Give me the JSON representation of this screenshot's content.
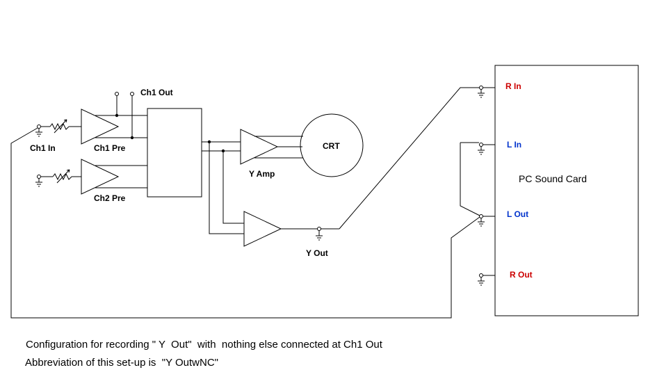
{
  "labels": {
    "ch1_out": "Ch1 Out",
    "ch1_in": "Ch1 In",
    "ch1_pre": "Ch1 Pre",
    "ch2_pre": "Ch2 Pre",
    "crt": "CRT",
    "y_amp": "Y Amp",
    "y_out": "Y Out",
    "r_in": "R In",
    "l_in": "L In",
    "l_out": "L Out",
    "r_out": "R Out",
    "sound_card": "PC Sound Card"
  },
  "caption": {
    "line1": "Configuration for recording \" Y  Out\"  with  nothing else connected at Ch1 Out",
    "line2": "Abbreviation of this set-up is  \"Y OutwNC\""
  },
  "colors": {
    "input_label": "#cc0000",
    "output_label": "#0033cc"
  }
}
